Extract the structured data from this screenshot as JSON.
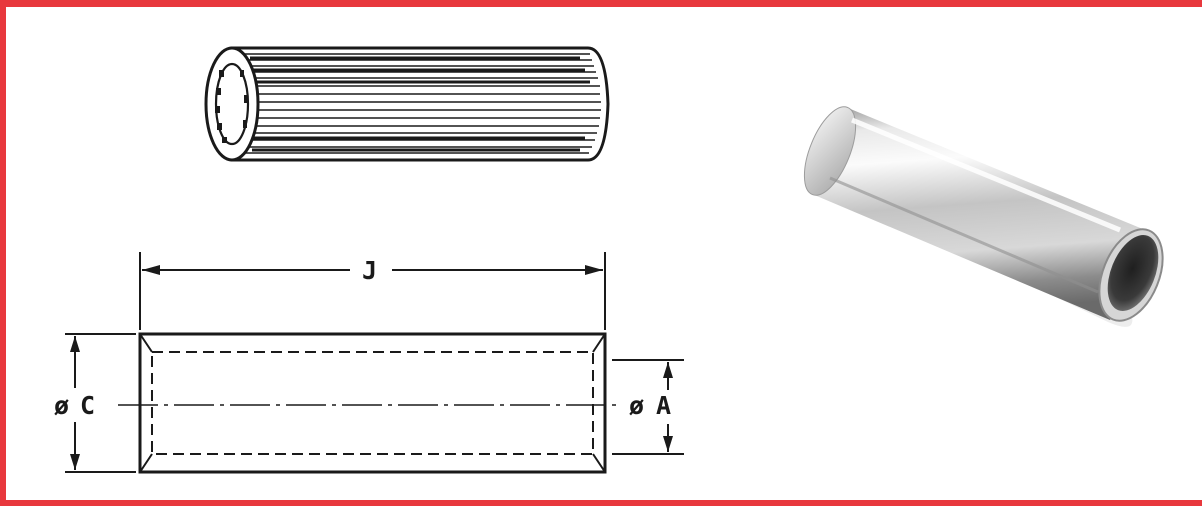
{
  "colors": {
    "frame_border": "#e8383d",
    "line_art": "#1a1a1a",
    "metal_light": "#f2f2f2",
    "metal_mid": "#b9b9b9",
    "metal_dark": "#6f6f6f"
  },
  "drawing": {
    "dimension_length_label": "J",
    "dimension_outer_diameter_symbol": "ø",
    "dimension_outer_diameter_label": "C",
    "dimension_inner_diameter_symbol": "ø",
    "dimension_inner_diameter_label": "A"
  },
  "icons": [
    "knurled-sleeve-illustration",
    "sleeve-dimension-drawing",
    "metal-tube-photo"
  ]
}
